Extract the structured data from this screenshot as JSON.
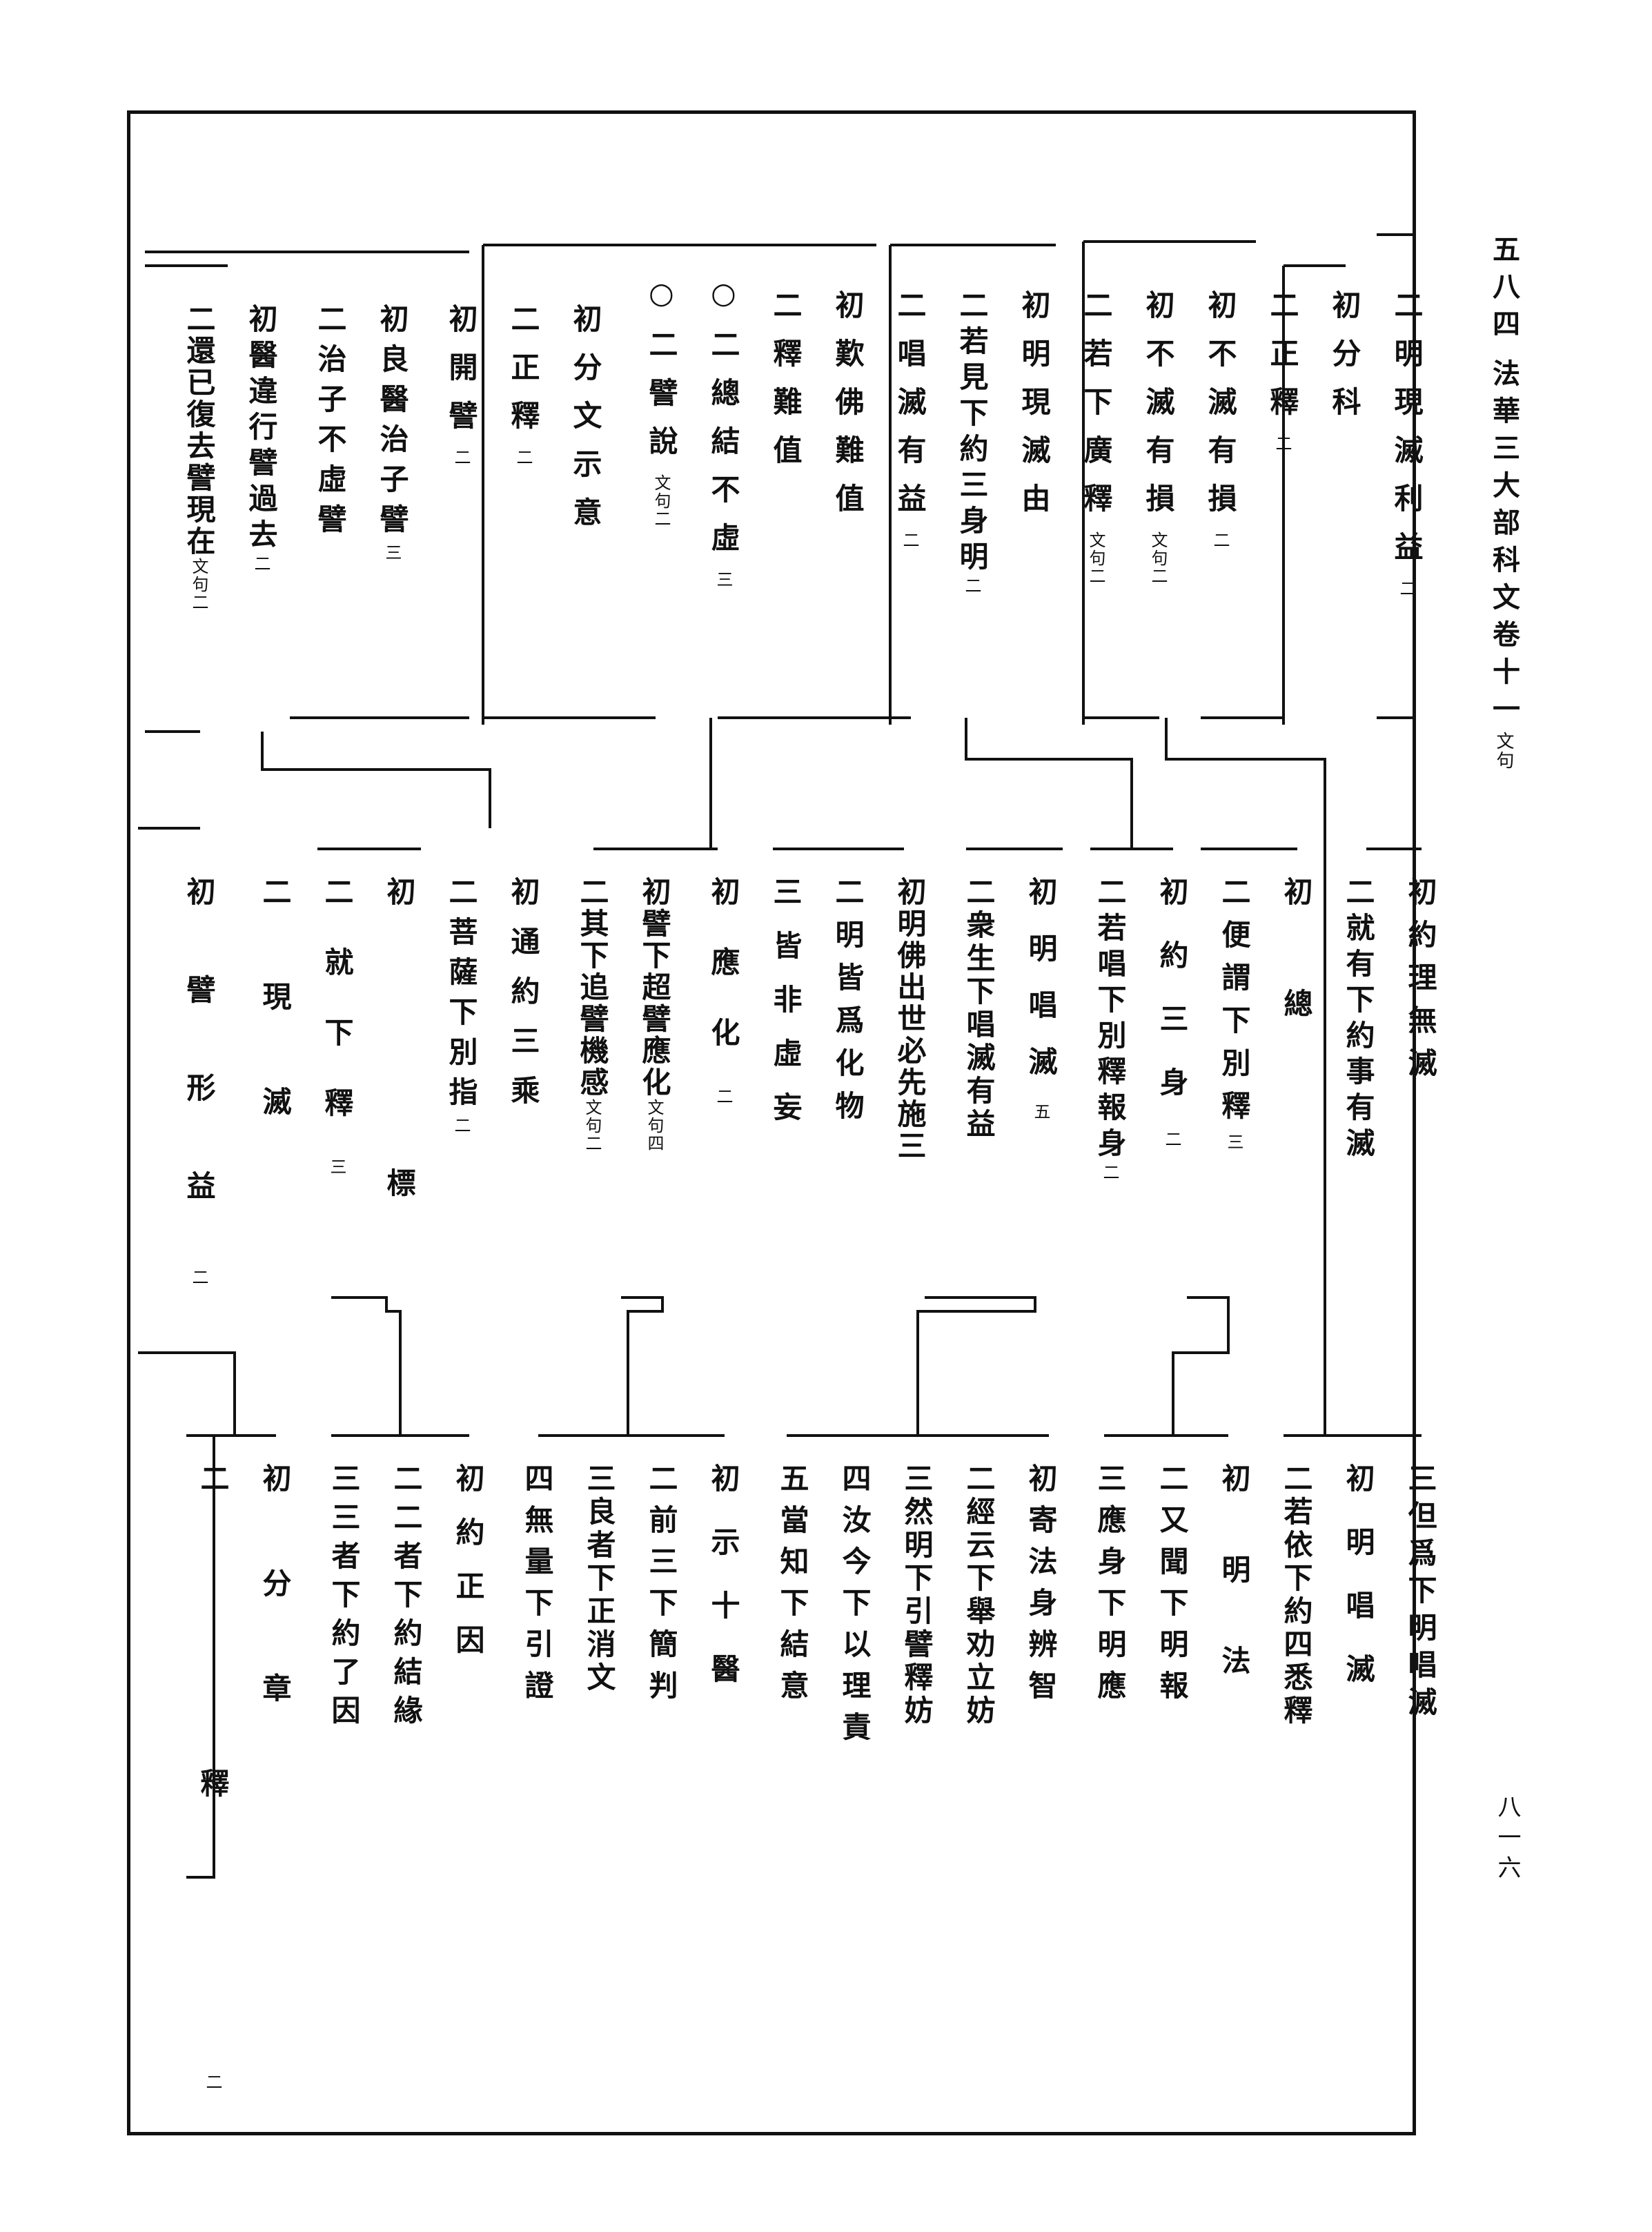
{
  "header": {
    "volume": "五八四",
    "title": "法華三大部科文卷十一",
    "title_suffix": "文句"
  },
  "page_number": "八一六",
  "rows": [
    {
      "id": "r1",
      "items": [
        {
          "t": "二明現滅利益",
          "s": "二"
        },
        {
          "t": "初分科"
        },
        {
          "t": "二正釋",
          "s": "二"
        },
        {
          "t": "初不滅有損",
          "s": "二"
        },
        {
          "t": "初不滅有損",
          "s": "文句二"
        },
        {
          "t": "二若下廣釋",
          "s": "文句二"
        },
        {
          "t": "初明現滅由"
        },
        {
          "t": "二若見下約三身明",
          "s": "二"
        },
        {
          "t": "二唱滅有益",
          "s": "二"
        },
        {
          "t": "初歎佛難值"
        },
        {
          "t": "二釋難值"
        },
        {
          "t": "○二總結不虛",
          "s": "三"
        },
        {
          "t": "○二譬說",
          "s": "文句二"
        },
        {
          "t": "初分文示意"
        },
        {
          "t": "二正釋",
          "s": "二"
        },
        {
          "t": "初開譬",
          "s": "二"
        },
        {
          "t": "初良醫治子譬",
          "s": "三"
        },
        {
          "t": "二治子不虛譬"
        },
        {
          "t": "初醫違行譬過去",
          "s": "二"
        },
        {
          "t": "二還已復去譬現在",
          "s": "文句二"
        }
      ]
    },
    {
      "id": "r2",
      "items": [
        {
          "t": "初約理無滅"
        },
        {
          "t": "二就有下約事有滅"
        },
        {
          "t": "初總"
        },
        {
          "t": "二便謂下別釋",
          "s": "三"
        },
        {
          "t": "初約三身",
          "s": "二"
        },
        {
          "t": "二若唱下別釋報身",
          "s": "二"
        },
        {
          "t": "初明唱滅",
          "s": "五"
        },
        {
          "t": "二衆生下唱滅有益"
        },
        {
          "t": "初明佛出世必先施三"
        },
        {
          "t": "二明皆爲化物"
        },
        {
          "t": "三皆非虛妄"
        },
        {
          "t": "初應化",
          "s": "二"
        },
        {
          "t": "初譬下超譬應化",
          "s": "文句四"
        },
        {
          "t": "二其下追譬機感",
          "s": "文句二"
        },
        {
          "t": "初通約三乘"
        },
        {
          "t": "二菩薩下別指",
          "s": "二"
        },
        {
          "t": "初標"
        },
        {
          "t": "二就下釋",
          "s": "三"
        },
        {
          "t": "二現滅"
        },
        {
          "t": "初譬形益",
          "s": "二"
        }
      ]
    },
    {
      "id": "r3",
      "items": [
        {
          "t": "三但爲下明唱滅"
        },
        {
          "t": "初明唱滅"
        },
        {
          "t": "二若依下約四悉釋"
        },
        {
          "t": "初明法"
        },
        {
          "t": "二又聞下明報"
        },
        {
          "t": "三應身下明應"
        },
        {
          "t": "初寄法身辨智"
        },
        {
          "t": "二經云下舉劝立妨"
        },
        {
          "t": "三然明下引譬釋妨"
        },
        {
          "t": "四汝今下以理責"
        },
        {
          "t": "五當知下結意"
        },
        {
          "t": "初示十醫"
        },
        {
          "t": "二前三下簡判"
        },
        {
          "t": "三良者下正消文"
        },
        {
          "t": "四無量下引證"
        },
        {
          "t": "初約正因"
        },
        {
          "t": "二二者下約結緣"
        },
        {
          "t": "三三者下約了因"
        },
        {
          "t": "初分章"
        },
        {
          "t": "二釋",
          "s": "二"
        }
      ]
    }
  ]
}
